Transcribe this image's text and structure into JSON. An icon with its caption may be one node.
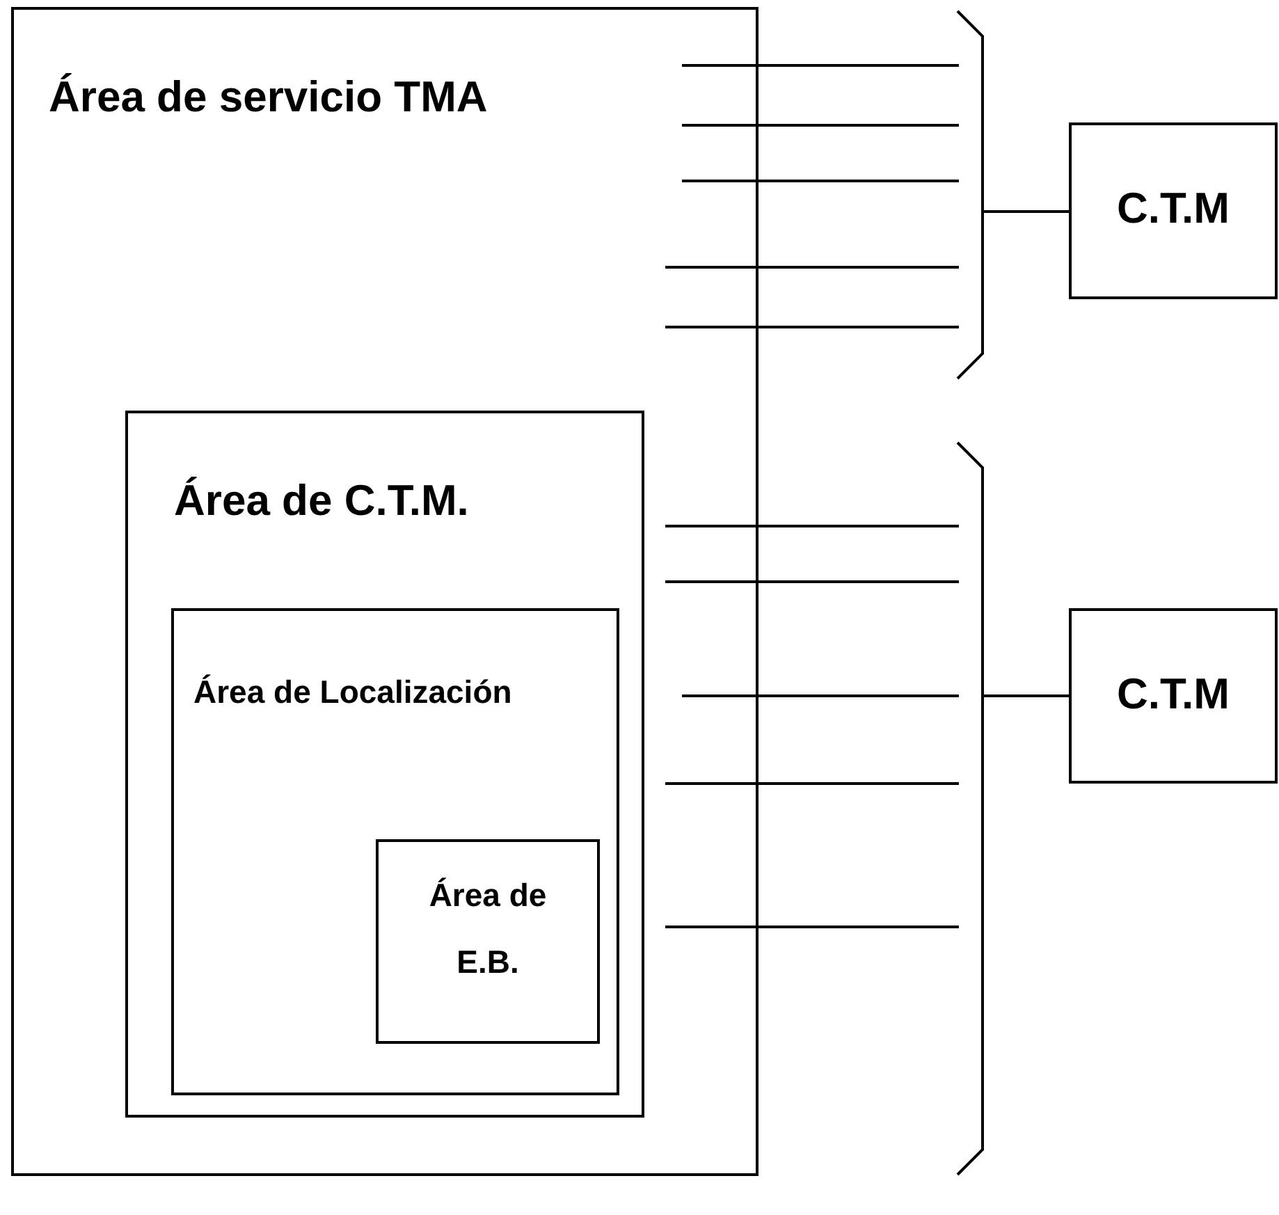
{
  "diagram": {
    "nodes": [
      {
        "text": [
          "Área de servicio TMA"
        ]
      },
      {
        "text": [
          "Área de C.T.M."
        ],
        "in": 0
      },
      {
        "text": [
          "Área de Localización"
        ],
        "in": 1
      },
      {
        "text": [
          "Área de E.B."
        ],
        "in": 2
      },
      {
        "text": [],
        "shape": "bracket"
      },
      {
        "text": [
          "C.T.M"
        ]
      },
      {
        "text": [],
        "shape": "bracket"
      },
      {
        "text": [
          "C.T.M"
        ]
      }
    ],
    "edges": [
      {
        "from": null,
        "to": 4,
        "arrow": "none"
      },
      {
        "from": null,
        "to": 4,
        "arrow": "none"
      },
      {
        "from": null,
        "to": 4,
        "arrow": "none"
      },
      {
        "from": null,
        "to": 4,
        "arrow": "none"
      },
      {
        "from": null,
        "to": 4,
        "arrow": "none"
      },
      {
        "from": 4,
        "to": 5,
        "arrow": "none"
      },
      {
        "from": null,
        "to": 6,
        "arrow": "none"
      },
      {
        "from": null,
        "to": 6,
        "arrow": "none"
      },
      {
        "from": null,
        "to": 6,
        "arrow": "none"
      },
      {
        "from": null,
        "to": 6,
        "arrow": "none"
      },
      {
        "from": null,
        "to": 6,
        "arrow": "none"
      },
      {
        "from": 6,
        "to": 7,
        "arrow": "none"
      }
    ]
  }
}
